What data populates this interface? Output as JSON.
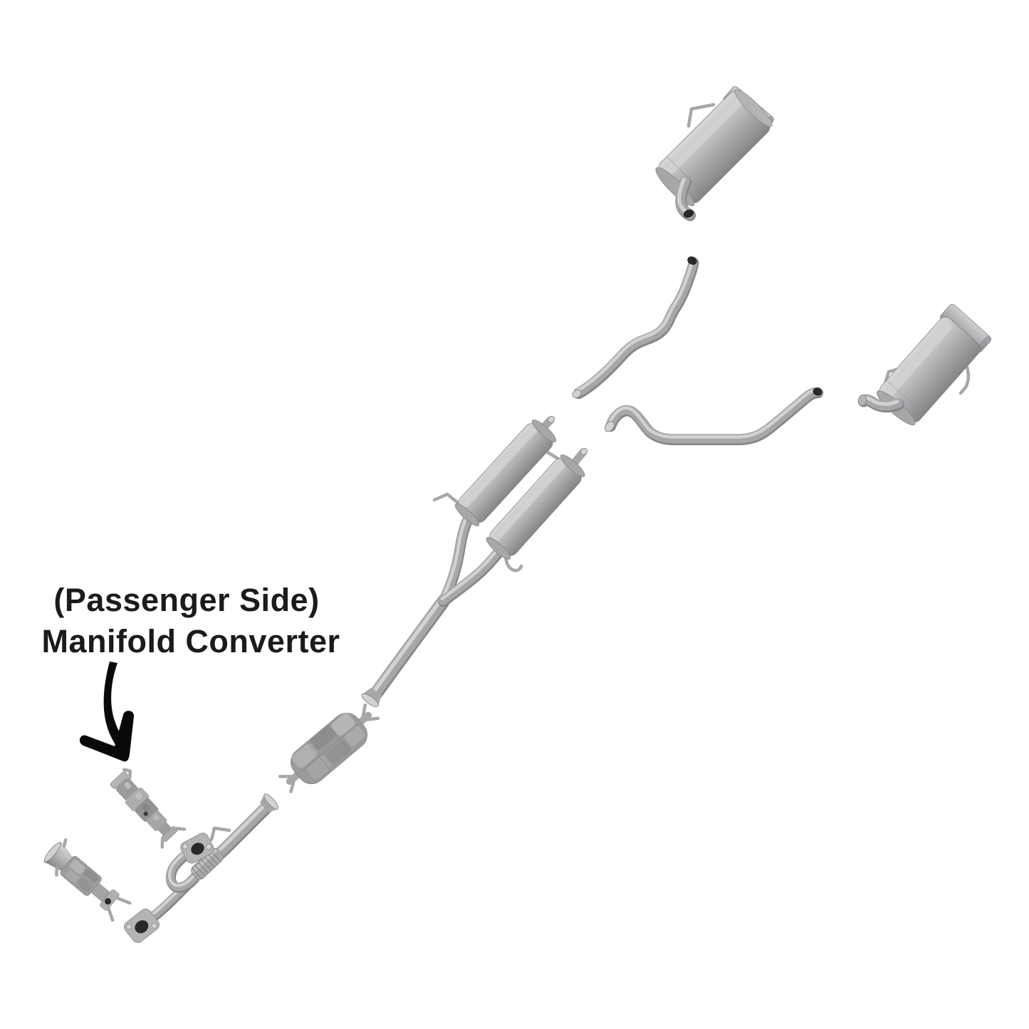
{
  "annotation": {
    "line1": "(Passenger Side)",
    "line2": "Manifold Converter",
    "arrow_points_to": "passenger-side-manifold-converter"
  },
  "theme": {
    "background": "#ffffff",
    "text_color": "#1b1b1d",
    "arrow_color": "#0a0a0a",
    "metal_light": "#d2d2d4",
    "metal_midlight": "#b4b4b6",
    "metal_mid": "#a7a7a9",
    "metal_dark": "#85858a",
    "converter_base": "#9a9a9c",
    "pipe_end_dark": "#29292b"
  },
  "parts": [
    "rear-muffler-assembly-upper",
    "rear-muffler-assembly-lower",
    "upper-intermediate-pipe",
    "lower-intermediate-pipe",
    "dual-resonator-y-pipe-assembly",
    "mid-pipe-catalytic-converter",
    "front-y-pipe-with-flex",
    "passenger-side-manifold-converter",
    "driver-side-manifold-converter"
  ]
}
